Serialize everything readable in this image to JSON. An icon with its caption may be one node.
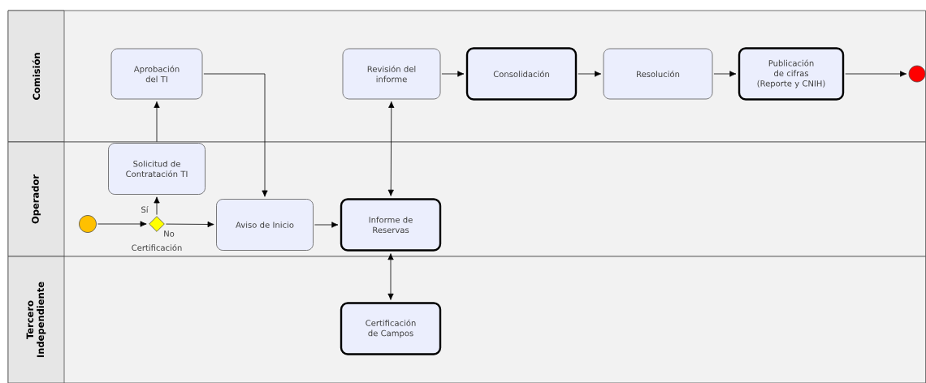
{
  "diagram": {
    "nodes": [
      {
        "text": [
          "Comisión"
        ]
      },
      {
        "text": [
          "Aprobación del TI"
        ],
        "in": 0
      },
      {
        "text": [
          "Revisión del informe"
        ],
        "in": 0
      },
      {
        "text": [
          "Consolidación"
        ],
        "in": 0
      },
      {
        "text": [
          "Resolución"
        ],
        "in": 0
      },
      {
        "text": [
          "Publicación de cifras (Reporte y CNIH)"
        ],
        "in": 0
      },
      {
        "text": [],
        "shape": "circle",
        "in": 0
      },
      {
        "text": [
          "Operador"
        ]
      },
      {
        "text": [
          "Solicitud de Contratación TI"
        ],
        "in": 7
      },
      {
        "text": [],
        "shape": "circle",
        "in": 7
      },
      {
        "text": [],
        "shape": "diamond",
        "in": 7,
        "beside": [
          "Certificación"
        ]
      },
      {
        "text": [
          "Aviso de Inicio"
        ],
        "in": 7
      },
      {
        "text": [
          "Informe de Reservas"
        ],
        "in": 7
      },
      {
        "text": [
          "Tercero Independiente"
        ]
      },
      {
        "text": [
          "Certificación de Campos"
        ],
        "in": 13
      }
    ],
    "edges": [
      {
        "from": 9,
        "to": 10,
        "arrow": "to"
      },
      {
        "from": 10,
        "to": 8,
        "arrow": "to",
        "label": "Sí"
      },
      {
        "from": 10,
        "to": 11,
        "arrow": "to",
        "label": "No"
      },
      {
        "from": 8,
        "to": 1,
        "arrow": "to"
      },
      {
        "from": 1,
        "to": 11,
        "arrow": "to"
      },
      {
        "from": 11,
        "to": 12,
        "arrow": "to"
      },
      {
        "from": 12,
        "to": 2,
        "arrow": "both"
      },
      {
        "from": 2,
        "to": 3,
        "arrow": "to"
      },
      {
        "from": 3,
        "to": 4,
        "arrow": "to"
      },
      {
        "from": 4,
        "to": 5,
        "arrow": "to"
      },
      {
        "from": 5,
        "to": 6,
        "arrow": "to"
      },
      {
        "from": 12,
        "to": 14,
        "arrow": "both"
      }
    ]
  }
}
